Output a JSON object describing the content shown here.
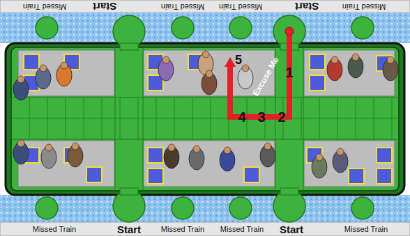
{
  "diagram": {
    "labels": [
      "Missed Train",
      "Start",
      "Missed Train",
      "Missed Train",
      "Start",
      "Missed Train",
      "Missed Train",
      "Start",
      "Missed Train",
      "Missed Train",
      "Start",
      "Missed Train",
      "1",
      "2",
      "3",
      "4",
      "5",
      "Excuse Me"
    ]
  }
}
